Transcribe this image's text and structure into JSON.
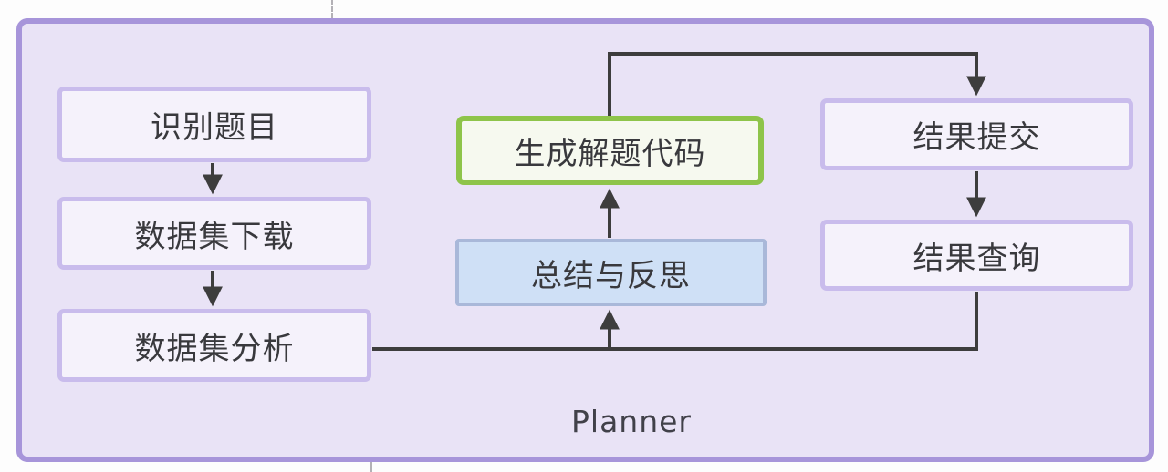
{
  "diagram": {
    "container_label": "Planner",
    "nodes": [
      {
        "id": "identify",
        "label": "识别题目",
        "style": "purple"
      },
      {
        "id": "download",
        "label": "数据集下载",
        "style": "purple"
      },
      {
        "id": "analyze",
        "label": "数据集分析",
        "style": "purple"
      },
      {
        "id": "codegen",
        "label": "生成解题代码",
        "style": "green"
      },
      {
        "id": "reflect",
        "label": "总结与反思",
        "style": "blue"
      },
      {
        "id": "submit",
        "label": "结果提交",
        "style": "purple"
      },
      {
        "id": "query",
        "label": "结果查询",
        "style": "purple"
      }
    ],
    "edges": [
      {
        "from": "identify",
        "to": "download"
      },
      {
        "from": "download",
        "to": "analyze"
      },
      {
        "from": "analyze",
        "to": "reflect"
      },
      {
        "from": "query",
        "to": "reflect"
      },
      {
        "from": "reflect",
        "to": "codegen"
      },
      {
        "from": "codegen",
        "to": "submit"
      },
      {
        "from": "submit",
        "to": "query"
      }
    ],
    "colors": {
      "container_border": "#a795da",
      "container_fill": "#e9e3f6",
      "node_border": "#c9bcec",
      "node_fill": "#f5f2fb",
      "highlight_border": "#8ec44a",
      "highlight_fill": "#f6f9ef",
      "reflect_border": "#a9b8d9",
      "reflect_fill": "#cfe0f6",
      "arrow": "#3d3d3d",
      "text": "#39393d"
    }
  }
}
